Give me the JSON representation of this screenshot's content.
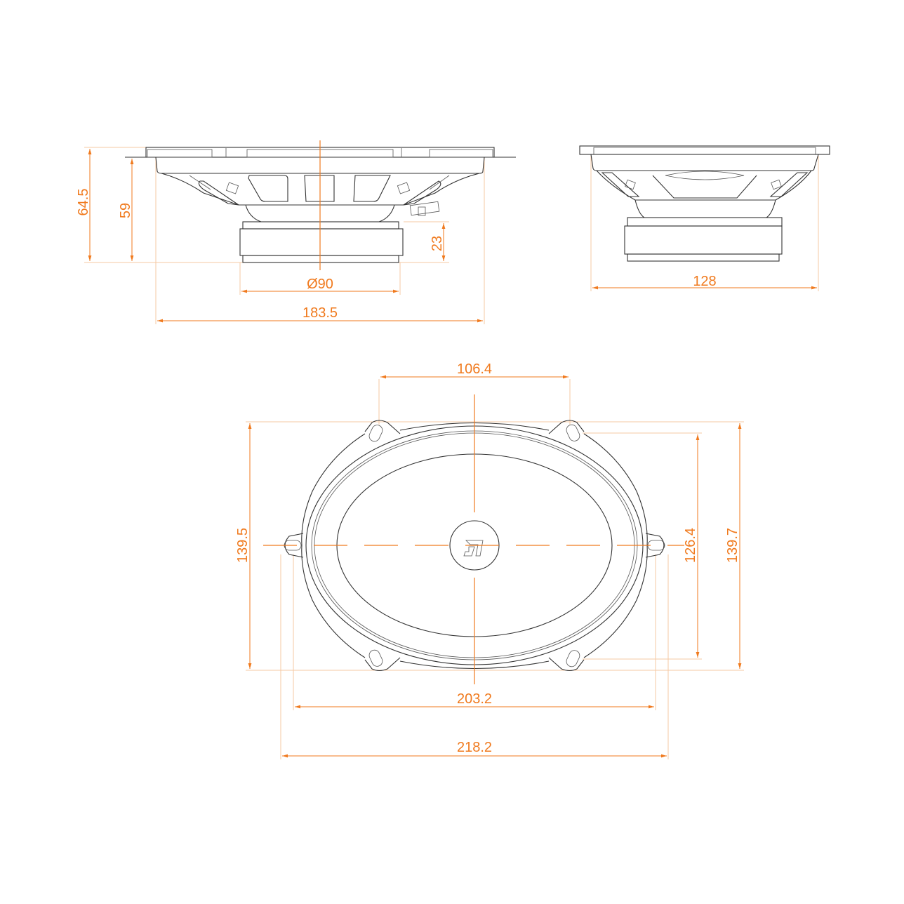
{
  "drawing": {
    "accent_color": "#f07a1e",
    "line_color": "#333333",
    "side_view": {
      "total_height": "64.5",
      "basket_height": "59",
      "magnet_height": "23",
      "magnet_diameter": "Ø90",
      "width": "183.5"
    },
    "end_view": {
      "width": "128"
    },
    "front_view": {
      "hole_spacing_top": "106.4",
      "height_left": "139.5",
      "cutout_height": "126.4",
      "height_right": "139.7",
      "hole_spacing_horizontal": "203.2",
      "overall_width": "218.2"
    },
    "logo_icon": "dl-logo-icon"
  }
}
